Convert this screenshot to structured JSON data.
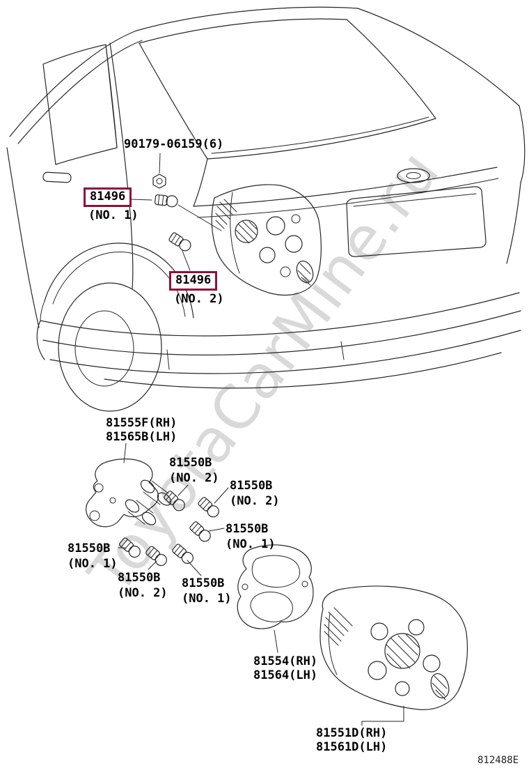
{
  "watermark": "ToyotaCarMine.ru",
  "diagram_code": "812488E",
  "colors": {
    "highlight_border": "#8E0F3A",
    "line_color": "#262626",
    "watermark_color": "#d9d9d9"
  },
  "labels": {
    "nut": {
      "part": "90179-06159(6)"
    },
    "bulb_no1": {
      "part": "81496",
      "note": "(NO. 1)"
    },
    "bulb_no2": {
      "part": "81496",
      "note": "(NO. 2)"
    },
    "bracket": {
      "rh": "81555F(RH)",
      "lh": "81565B(LH)"
    },
    "socket_a": {
      "part": "81550B",
      "note": "(NO. 2)"
    },
    "socket_b": {
      "part": "81550B",
      "note": "(NO. 2)"
    },
    "socket_c": {
      "part": "81550B",
      "note": "(NO. 1)"
    },
    "socket_d": {
      "part": "81550B",
      "note": "(NO. 1)"
    },
    "socket_e": {
      "part": "81550B",
      "note": "(NO. 2)"
    },
    "socket_f": {
      "part": "81550B",
      "note": "(NO. 1)"
    },
    "gasket": {
      "rh": "81554(RH)",
      "lh": "81564(LH)"
    },
    "lamp_body": {
      "rh": "81551D(RH)",
      "lh": "81561D(LH)"
    }
  }
}
